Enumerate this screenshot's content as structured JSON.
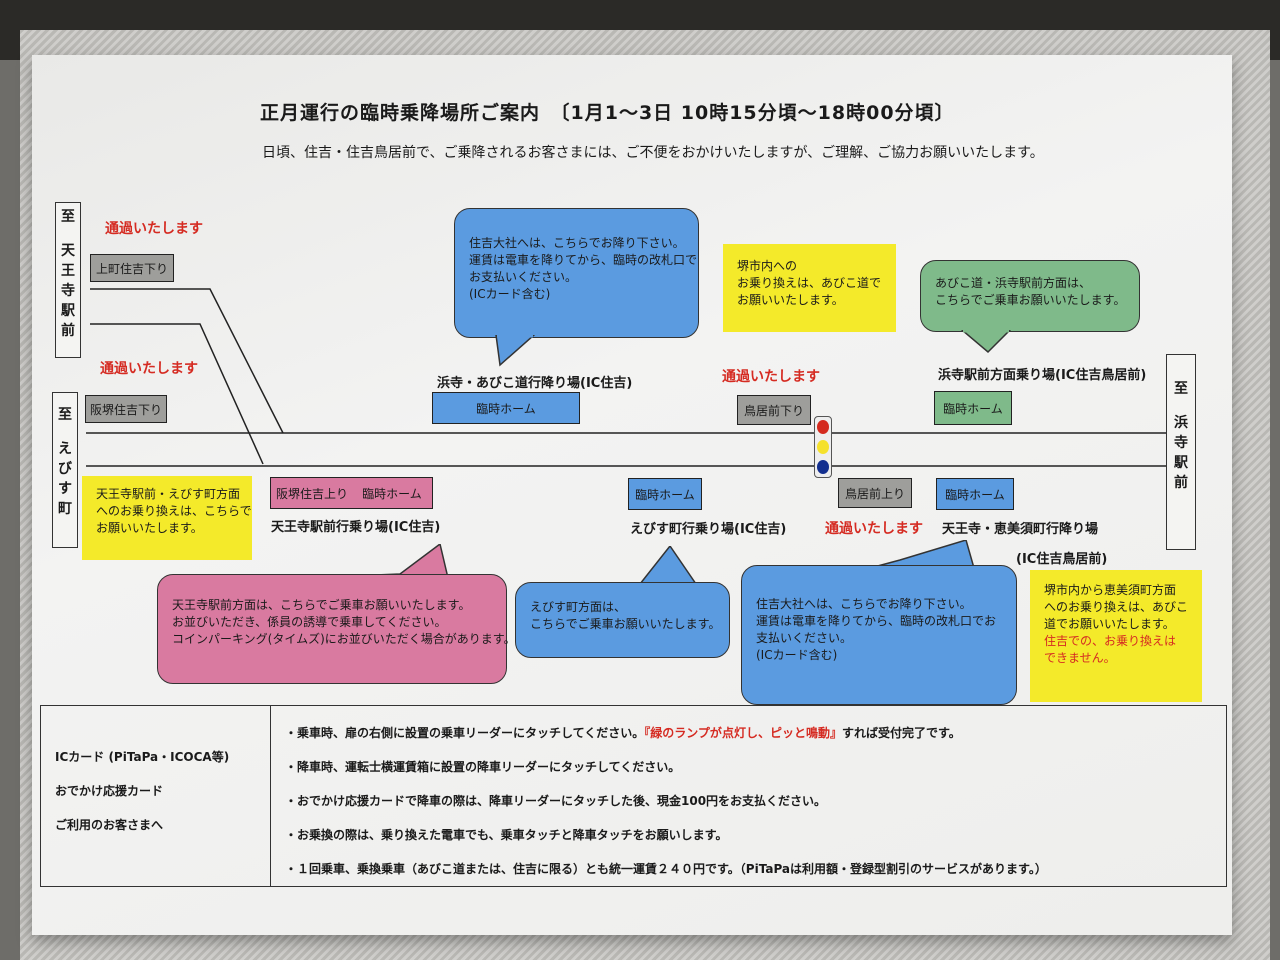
{
  "header": {
    "title": "正月運行の臨時乗降場所ご案内　〔1月1～3日 10時15分頃～18時00分頃〕",
    "subtitle": "日頃、住吉・住吉鳥居前で、ご乗降されるお客さまには、ご不便をおかけいたしますが、ご理解、ご協力お願いいたします。"
  },
  "directions": {
    "tennoji": [
      "至",
      "天",
      "王",
      "寺",
      "駅",
      "前"
    ],
    "ebisu": [
      "至",
      "え",
      "び",
      "す",
      "町"
    ],
    "hamadera": [
      "至",
      "浜",
      "寺",
      "駅",
      "前"
    ]
  },
  "pass_notice": "通過いたします",
  "stops": {
    "uemachi_down": "上町住吉下り",
    "hankai_down": "阪堺住吉下り",
    "hankai_up": "阪堺住吉上り",
    "torii_down": "鳥居前下り",
    "torii_up": "鳥居前上り",
    "temp_platform": "臨時ホーム"
  },
  "platform_labels": {
    "hamadera_abiko_alight": "浜寺・あびこ道行降り場(IC住吉)",
    "hamadera_board": "浜寺駅前方面乗り場(IC住吉鳥居前)",
    "tennoji_board": "天王寺駅前行乗り場(IC住吉)",
    "ebisu_board": "えびす町行乗り場(IC住吉)",
    "tennoji_ebisu_alight": "天王寺・恵美須町行降り場",
    "tennoji_ebisu_alight_ic": "(IC住吉鳥居前)"
  },
  "bubbles": {
    "sumiyoshi_taisha_1": [
      "住吉大社へは、こちらでお降り下さい。",
      "運賃は電車を降りてから、臨時の改札口で",
      "お支払いください。",
      "(ICカード含む)"
    ],
    "abiko_hamadera": [
      "あびこ道・浜寺駅前方面は、",
      "こちらでご乗車お願いいたします。"
    ],
    "tennoji_board": [
      "天王寺駅前方面は、こちらでご乗車お願いいたします。",
      "お並びいただき、係員の誘導で乗車してください。",
      "コインパーキング(タイムズ)にお並びいただく場合があります。"
    ],
    "ebisu_board": [
      "えびす町方面は、",
      "こちらでご乗車お願いいたします。"
    ],
    "sumiyoshi_taisha_2": [
      "住吉大社へは、こちらでお降り下さい。",
      "運賃は電車を降りてから、臨時の改札口でお",
      "支払いください。",
      "(ICカード含む)"
    ]
  },
  "notes": {
    "sakai_transfer": [
      "堺市内への",
      "お乗り換えは、あびこ道で",
      "お願いいたします。"
    ],
    "tennoji_ebisu_transfer": [
      "天王寺駅前・えびす町方面",
      "へのお乗り換えは、こちらで",
      "お願いいたします。"
    ],
    "sakai_to_ebisu": [
      "堺市内から恵美須町方面",
      "へのお乗り換えは、あびこ",
      "道でお願いいたします。"
    ],
    "sakai_to_ebisu_warning": [
      "住吉での、お乗り換えは",
      "できません。"
    ]
  },
  "ic_table": {
    "left": [
      "ICカード (PiTaPa・ICOCA等)",
      "おでかけ応援カード",
      "ご利用のお客さまへ"
    ],
    "rows": [
      {
        "pre": "・乗車時、扉の右側に設置の乗車リーダーにタッチしてください。",
        "highlight": "『緑のランプが点灯し、ピッと鳴動』",
        "post": "すれば受付完了です。"
      },
      {
        "pre": "・降車時、運転士横運賃箱に設置の降車リーダーにタッチしてください。",
        "highlight": "",
        "post": ""
      },
      {
        "pre": "・おでかけ応援カードで降車の際は、降車リーダーにタッチした後、現金100円をお支払ください。",
        "highlight": "",
        "post": ""
      },
      {
        "pre": "・お乗換の際は、乗り換えた電車でも、乗車タッチと降車タッチをお願いします。",
        "highlight": "",
        "post": ""
      },
      {
        "pre": "・１回乗車、乗換乗車（あびこ道または、住吉に限る）とも統一運賃２４０円です。（PiTaPaは利用額・登録型割引のサービスがあります。）",
        "highlight": "",
        "post": ""
      }
    ]
  },
  "colors": {
    "pass_red": "#d52b22",
    "stop_gray": "#9e9e9b",
    "platform_blue": "#5b9be0",
    "platform_green": "#7fba8a",
    "platform_pink": "#d97aa0",
    "note_yellow": "#f4ea2a",
    "signal_red": "#d42a1e",
    "signal_yellow": "#f5e12c",
    "signal_blue": "#132f8f"
  }
}
